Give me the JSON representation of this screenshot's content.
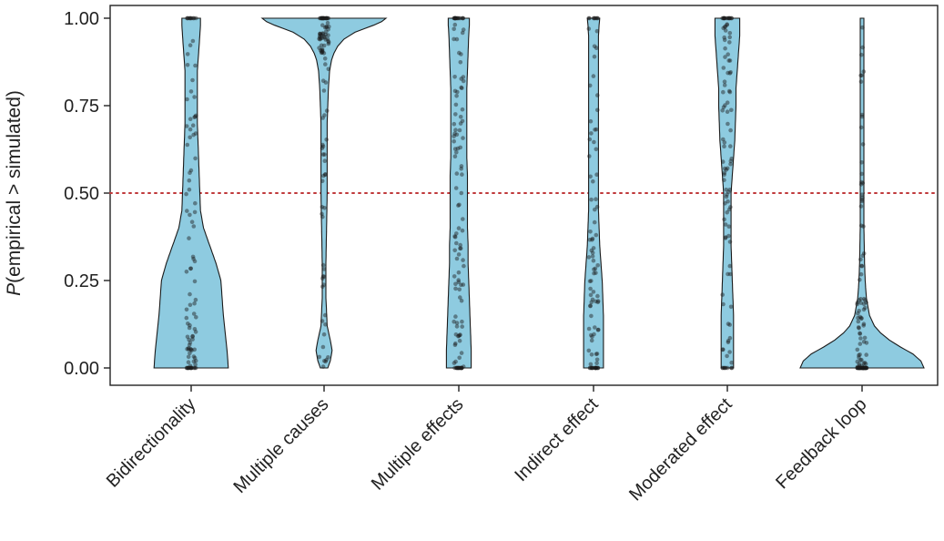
{
  "chart_data": {
    "type": "violin",
    "title": "",
    "xlabel": "",
    "ylabel_italic": "P",
    "ylabel_rest": "(empirical > simulated)",
    "ylim": [
      0,
      1
    ],
    "y_ticks": [
      "0.00",
      "0.25",
      "0.50",
      "0.75",
      "1.00"
    ],
    "y_tick_values": [
      0,
      0.25,
      0.5,
      0.75,
      1.0
    ],
    "reference_line": {
      "y": 0.5,
      "style": "dotted",
      "color": "#c0393b"
    },
    "fill_color": "#8ecbe0",
    "point_color": "#1a1a1a",
    "grid": false,
    "categories": [
      "Bidirectionality",
      "Multiple causes",
      "Multiple effects",
      "Indirect effect",
      "Moderated effect",
      "Feedback loop"
    ],
    "series": [
      {
        "category": "Bidirectionality",
        "density": [
          [
            0,
            0.6
          ],
          [
            0.05,
            0.58
          ],
          [
            0.1,
            0.55
          ],
          [
            0.15,
            0.52
          ],
          [
            0.2,
            0.5
          ],
          [
            0.25,
            0.48
          ],
          [
            0.3,
            0.4
          ],
          [
            0.35,
            0.3
          ],
          [
            0.4,
            0.2
          ],
          [
            0.45,
            0.15
          ],
          [
            0.5,
            0.14
          ],
          [
            0.55,
            0.13
          ],
          [
            0.6,
            0.12
          ],
          [
            0.65,
            0.11
          ],
          [
            0.7,
            0.1
          ],
          [
            0.75,
            0.1
          ],
          [
            0.8,
            0.1
          ],
          [
            0.85,
            0.1
          ],
          [
            0.9,
            0.12
          ],
          [
            0.95,
            0.14
          ],
          [
            0.98,
            0.15
          ],
          [
            1.0,
            0.15
          ]
        ],
        "clusters": [
          [
            0.0,
            14
          ],
          [
            0.0,
            0.12,
            26
          ],
          [
            0.12,
            0.4,
            18
          ],
          [
            0.4,
            0.99,
            32
          ],
          [
            1.0,
            10
          ]
        ]
      },
      {
        "category": "Multiple causes",
        "density": [
          [
            0,
            0.06
          ],
          [
            0.02,
            0.1
          ],
          [
            0.05,
            0.13
          ],
          [
            0.08,
            0.1
          ],
          [
            0.12,
            0.05
          ],
          [
            0.2,
            0.03
          ],
          [
            0.3,
            0.03
          ],
          [
            0.4,
            0.04
          ],
          [
            0.5,
            0.05
          ],
          [
            0.6,
            0.05
          ],
          [
            0.7,
            0.05
          ],
          [
            0.75,
            0.06
          ],
          [
            0.8,
            0.07
          ],
          [
            0.85,
            0.09
          ],
          [
            0.88,
            0.12
          ],
          [
            0.9,
            0.16
          ],
          [
            0.92,
            0.22
          ],
          [
            0.94,
            0.32
          ],
          [
            0.96,
            0.5
          ],
          [
            0.98,
            0.8
          ],
          [
            0.99,
            0.93
          ],
          [
            1.0,
            1.0
          ]
        ],
        "clusters": [
          [
            0.0,
            0.1,
            8
          ],
          [
            0.1,
            0.5,
            14
          ],
          [
            0.5,
            0.9,
            20
          ],
          [
            0.9,
            0.99,
            40
          ],
          [
            1.0,
            20
          ]
        ]
      },
      {
        "category": "Multiple effects",
        "density": [
          [
            0,
            0.2
          ],
          [
            0.05,
            0.2
          ],
          [
            0.1,
            0.19
          ],
          [
            0.15,
            0.18
          ],
          [
            0.2,
            0.17
          ],
          [
            0.25,
            0.16
          ],
          [
            0.3,
            0.15
          ],
          [
            0.35,
            0.15
          ],
          [
            0.4,
            0.14
          ],
          [
            0.45,
            0.14
          ],
          [
            0.5,
            0.14
          ],
          [
            0.55,
            0.14
          ],
          [
            0.6,
            0.13
          ],
          [
            0.65,
            0.13
          ],
          [
            0.7,
            0.13
          ],
          [
            0.75,
            0.13
          ],
          [
            0.8,
            0.13
          ],
          [
            0.85,
            0.14
          ],
          [
            0.9,
            0.15
          ],
          [
            0.95,
            0.16
          ],
          [
            0.98,
            0.17
          ],
          [
            1.0,
            0.17
          ]
        ],
        "clusters": [
          [
            0.0,
            16
          ],
          [
            0.0,
            0.99,
            90
          ],
          [
            1.0,
            16
          ]
        ]
      },
      {
        "category": "Indirect effect",
        "density": [
          [
            0,
            0.16
          ],
          [
            0.05,
            0.16
          ],
          [
            0.1,
            0.16
          ],
          [
            0.15,
            0.16
          ],
          [
            0.2,
            0.15
          ],
          [
            0.25,
            0.14
          ],
          [
            0.3,
            0.12
          ],
          [
            0.35,
            0.1
          ],
          [
            0.4,
            0.09
          ],
          [
            0.45,
            0.08
          ],
          [
            0.5,
            0.08
          ],
          [
            0.55,
            0.08
          ],
          [
            0.6,
            0.08
          ],
          [
            0.65,
            0.08
          ],
          [
            0.7,
            0.08
          ],
          [
            0.75,
            0.08
          ],
          [
            0.8,
            0.08
          ],
          [
            0.85,
            0.08
          ],
          [
            0.9,
            0.08
          ],
          [
            0.95,
            0.08
          ],
          [
            0.98,
            0.09
          ],
          [
            1.0,
            0.1
          ]
        ],
        "clusters": [
          [
            0.0,
            16
          ],
          [
            0.0,
            0.4,
            45
          ],
          [
            0.4,
            0.99,
            25
          ],
          [
            1.0,
            8
          ]
        ]
      },
      {
        "category": "Moderated effect",
        "density": [
          [
            0,
            0.1
          ],
          [
            0.05,
            0.1
          ],
          [
            0.1,
            0.1
          ],
          [
            0.15,
            0.1
          ],
          [
            0.2,
            0.09
          ],
          [
            0.25,
            0.08
          ],
          [
            0.3,
            0.07
          ],
          [
            0.35,
            0.06
          ],
          [
            0.4,
            0.06
          ],
          [
            0.45,
            0.06
          ],
          [
            0.5,
            0.06
          ],
          [
            0.55,
            0.08
          ],
          [
            0.6,
            0.1
          ],
          [
            0.65,
            0.12
          ],
          [
            0.7,
            0.13
          ],
          [
            0.75,
            0.14
          ],
          [
            0.8,
            0.14
          ],
          [
            0.85,
            0.16
          ],
          [
            0.9,
            0.18
          ],
          [
            0.95,
            0.2
          ],
          [
            0.98,
            0.2
          ],
          [
            1.0,
            0.2
          ]
        ],
        "clusters": [
          [
            0.0,
            8
          ],
          [
            0.0,
            0.5,
            30
          ],
          [
            0.5,
            0.99,
            50
          ],
          [
            1.0,
            14
          ]
        ]
      },
      {
        "category": "Feedback loop",
        "density": [
          [
            0,
            1.0
          ],
          [
            0.02,
            0.95
          ],
          [
            0.04,
            0.82
          ],
          [
            0.06,
            0.62
          ],
          [
            0.08,
            0.44
          ],
          [
            0.1,
            0.3
          ],
          [
            0.12,
            0.2
          ],
          [
            0.15,
            0.12
          ],
          [
            0.2,
            0.07
          ],
          [
            0.25,
            0.05
          ],
          [
            0.3,
            0.04
          ],
          [
            0.4,
            0.03
          ],
          [
            0.5,
            0.03
          ],
          [
            0.6,
            0.03
          ],
          [
            0.7,
            0.03
          ],
          [
            0.8,
            0.03
          ],
          [
            0.9,
            0.03
          ],
          [
            0.95,
            0.03
          ],
          [
            0.99,
            0.02
          ],
          [
            1.0,
            0.0
          ]
        ],
        "clusters": [
          [
            0.0,
            40
          ],
          [
            0.0,
            0.2,
            45
          ],
          [
            0.2,
            0.99,
            30
          ]
        ]
      }
    ]
  }
}
